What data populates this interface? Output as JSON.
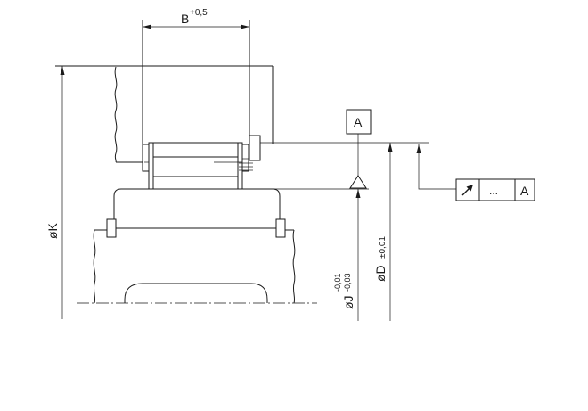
{
  "dimensions": {
    "width": {
      "symbol": "B",
      "tolerance": "+0,5"
    },
    "outer_diameter": {
      "label": "øK"
    },
    "bore_diameter": {
      "label": "øJ",
      "tol_upper": "-0,01",
      "tol_lower": "-0,03"
    },
    "shoulder_diameter": {
      "label": "øD",
      "tolerance": "±0,01"
    }
  },
  "datum": {
    "letter": "A"
  },
  "tolerance_frame": {
    "symbol": "↗",
    "value": "...",
    "datum": "A"
  }
}
